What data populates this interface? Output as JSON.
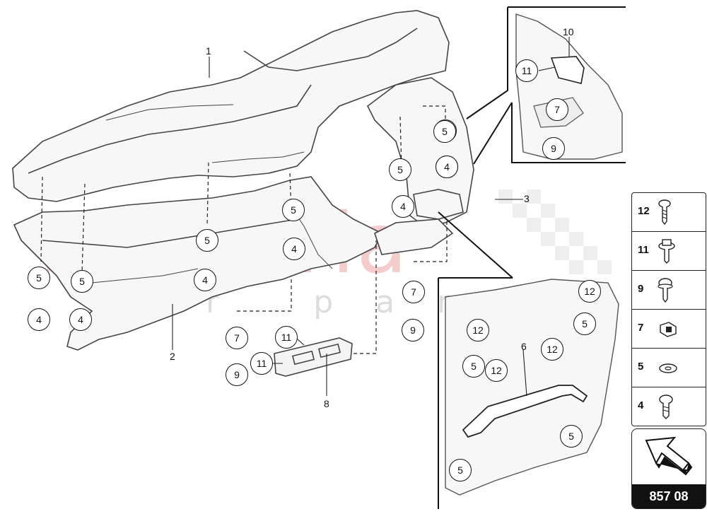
{
  "watermark": {
    "brand": "scuderia",
    "sub": "car parts"
  },
  "part_labels": [
    {
      "id": "lbl-1",
      "text": "1"
    },
    {
      "id": "lbl-2",
      "text": "2"
    },
    {
      "id": "lbl-3",
      "text": "3"
    },
    {
      "id": "lbl-6",
      "text": "6"
    },
    {
      "id": "lbl-8",
      "text": "8"
    },
    {
      "id": "lbl-10",
      "text": "10"
    }
  ],
  "callouts": {
    "c01": "5",
    "c02": "4",
    "c03": "5",
    "c04": "4",
    "c05": "5",
    "c06": "4",
    "c07": "5",
    "c08": "4",
    "c09": "7",
    "c10": "9",
    "c11": "11",
    "c12": "11",
    "c13": "5",
    "c14": "4",
    "c15": "5",
    "c16": "4",
    "c17": "7",
    "c18": "9",
    "c19": "5",
    "c20": "4",
    "c21": "11",
    "c22": "7",
    "c23": "9",
    "c24": "12",
    "c25": "5",
    "c26": "12",
    "c27": "5",
    "c28": "12",
    "c29": "12",
    "c30": "5",
    "c31": "5"
  },
  "legend": [
    {
      "num": "12",
      "icon": "screw-icon"
    },
    {
      "num": "11",
      "icon": "flange-screw-icon"
    },
    {
      "num": "9",
      "icon": "screw-icon"
    },
    {
      "num": "7",
      "icon": "clip-nut-icon"
    },
    {
      "num": "5",
      "icon": "washer-icon"
    },
    {
      "num": "4",
      "icon": "bolt-icon"
    }
  ],
  "reference": {
    "code": "857 08",
    "icon": "direction-arrow-icon"
  }
}
